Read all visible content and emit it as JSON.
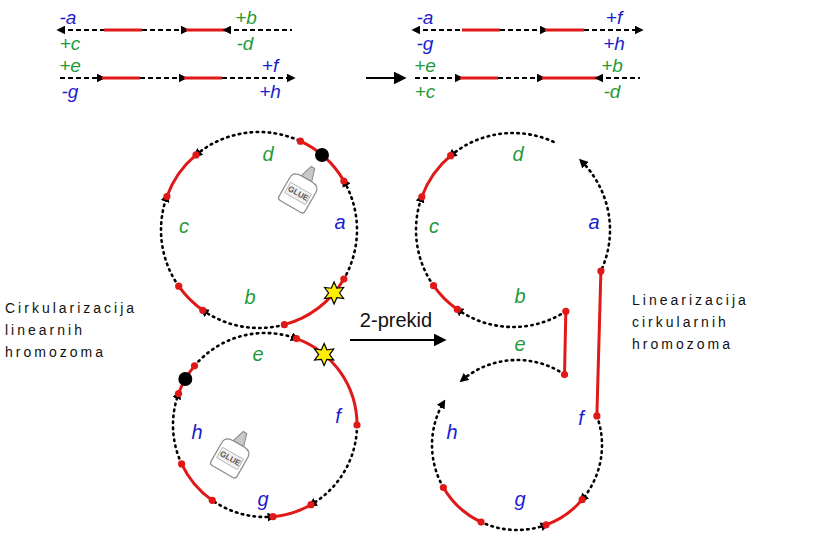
{
  "diagram": {
    "labels": [
      "-a",
      "+c",
      "+b",
      "-d",
      "+e",
      "-g",
      "+f",
      "+h",
      "-a",
      "-g",
      "+f",
      "+h",
      "+e",
      "+c",
      "+b",
      "-d",
      "d",
      "c",
      "a",
      "GLUE",
      "b",
      "Cirkularizacija linearnih hromozoma",
      "2-prekid",
      "e",
      "f",
      "h",
      "GLUE",
      "g",
      "d",
      "c",
      "a",
      "b",
      "e",
      "Linearizacija cirkularnih hromozoma",
      "h",
      "f",
      "g"
    ]
  }
}
